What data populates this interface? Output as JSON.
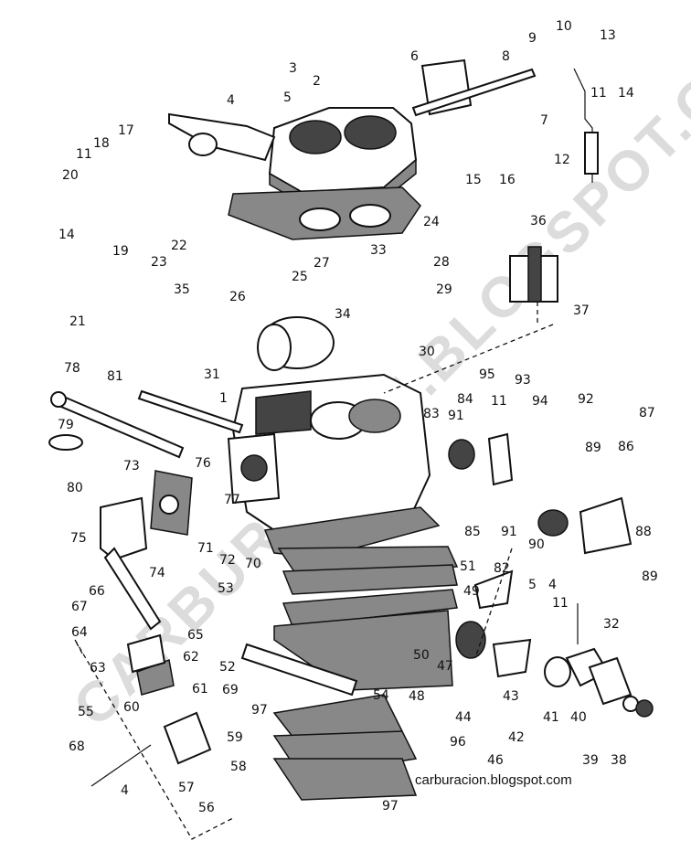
{
  "diagram": {
    "title": "Carburetor exploded view",
    "watermark": "CARBURACION.BLOGSPOT.COM",
    "caption": "carburacion.blogspot.com",
    "callouts": [
      {
        "id": "1",
        "label": "1"
      },
      {
        "id": "2",
        "label": "2"
      },
      {
        "id": "3",
        "label": "3"
      },
      {
        "id": "4a",
        "label": "4"
      },
      {
        "id": "5a",
        "label": "5"
      },
      {
        "id": "6",
        "label": "6"
      },
      {
        "id": "7",
        "label": "7"
      },
      {
        "id": "8",
        "label": "8"
      },
      {
        "id": "9",
        "label": "9"
      },
      {
        "id": "10",
        "label": "10"
      },
      {
        "id": "11a",
        "label": "11"
      },
      {
        "id": "12",
        "label": "12"
      },
      {
        "id": "13",
        "label": "13"
      },
      {
        "id": "14a",
        "label": "14"
      },
      {
        "id": "15",
        "label": "15"
      },
      {
        "id": "16",
        "label": "16"
      },
      {
        "id": "17",
        "label": "17"
      },
      {
        "id": "18",
        "label": "18"
      },
      {
        "id": "11b",
        "label": "11"
      },
      {
        "id": "20",
        "label": "20"
      },
      {
        "id": "14b",
        "label": "14"
      },
      {
        "id": "19",
        "label": "19"
      },
      {
        "id": "21",
        "label": "21"
      },
      {
        "id": "22",
        "label": "22"
      },
      {
        "id": "23",
        "label": "23"
      },
      {
        "id": "24",
        "label": "24"
      },
      {
        "id": "25",
        "label": "25"
      },
      {
        "id": "26",
        "label": "26"
      },
      {
        "id": "27",
        "label": "27"
      },
      {
        "id": "28",
        "label": "28"
      },
      {
        "id": "29",
        "label": "29"
      },
      {
        "id": "30",
        "label": "30"
      },
      {
        "id": "31",
        "label": "31"
      },
      {
        "id": "33",
        "label": "33"
      },
      {
        "id": "34",
        "label": "34"
      },
      {
        "id": "35",
        "label": "35"
      },
      {
        "id": "36",
        "label": "36"
      },
      {
        "id": "37",
        "label": "37"
      },
      {
        "id": "78",
        "label": "78"
      },
      {
        "id": "81",
        "label": "81"
      },
      {
        "id": "79",
        "label": "79"
      },
      {
        "id": "80",
        "label": "80"
      },
      {
        "id": "73",
        "label": "73"
      },
      {
        "id": "76",
        "label": "76"
      },
      {
        "id": "75",
        "label": "75"
      },
      {
        "id": "77",
        "label": "77"
      },
      {
        "id": "71",
        "label": "71"
      },
      {
        "id": "72",
        "label": "72"
      },
      {
        "id": "70",
        "label": "70"
      },
      {
        "id": "74",
        "label": "74"
      },
      {
        "id": "83",
        "label": "83"
      },
      {
        "id": "84",
        "label": "84"
      },
      {
        "id": "95",
        "label": "95"
      },
      {
        "id": "93",
        "label": "93"
      },
      {
        "id": "11c",
        "label": "11"
      },
      {
        "id": "94",
        "label": "94"
      },
      {
        "id": "92",
        "label": "92"
      },
      {
        "id": "91a",
        "label": "91"
      },
      {
        "id": "89a",
        "label": "89"
      },
      {
        "id": "87",
        "label": "87"
      },
      {
        "id": "86",
        "label": "86"
      },
      {
        "id": "85",
        "label": "85"
      },
      {
        "id": "91b",
        "label": "91"
      },
      {
        "id": "90",
        "label": "90"
      },
      {
        "id": "88",
        "label": "88"
      },
      {
        "id": "89b",
        "label": "89"
      },
      {
        "id": "51",
        "label": "51"
      },
      {
        "id": "53",
        "label": "53"
      },
      {
        "id": "82",
        "label": "82"
      },
      {
        "id": "5b",
        "label": "5"
      },
      {
        "id": "4b",
        "label": "4"
      },
      {
        "id": "11d",
        "label": "11"
      },
      {
        "id": "32",
        "label": "32"
      },
      {
        "id": "49",
        "label": "49"
      },
      {
        "id": "66",
        "label": "66"
      },
      {
        "id": "67",
        "label": "67"
      },
      {
        "id": "64",
        "label": "64"
      },
      {
        "id": "65",
        "label": "65"
      },
      {
        "id": "63",
        "label": "63"
      },
      {
        "id": "62",
        "label": "62"
      },
      {
        "id": "61",
        "label": "61"
      },
      {
        "id": "52",
        "label": "52"
      },
      {
        "id": "50",
        "label": "50"
      },
      {
        "id": "47",
        "label": "47"
      },
      {
        "id": "60",
        "label": "60"
      },
      {
        "id": "69",
        "label": "69"
      },
      {
        "id": "55",
        "label": "55"
      },
      {
        "id": "54",
        "label": "54"
      },
      {
        "id": "48",
        "label": "48"
      },
      {
        "id": "43",
        "label": "43"
      },
      {
        "id": "44",
        "label": "44"
      },
      {
        "id": "41",
        "label": "41"
      },
      {
        "id": "40",
        "label": "40"
      },
      {
        "id": "42",
        "label": "42"
      },
      {
        "id": "97a",
        "label": "97"
      },
      {
        "id": "59",
        "label": "59"
      },
      {
        "id": "96",
        "label": "96"
      },
      {
        "id": "46",
        "label": "46"
      },
      {
        "id": "39",
        "label": "39"
      },
      {
        "id": "38",
        "label": "38"
      },
      {
        "id": "68",
        "label": "68"
      },
      {
        "id": "4c",
        "label": "4"
      },
      {
        "id": "58",
        "label": "58"
      },
      {
        "id": "57",
        "label": "57"
      },
      {
        "id": "56",
        "label": "56"
      },
      {
        "id": "97b",
        "label": "97"
      }
    ]
  }
}
